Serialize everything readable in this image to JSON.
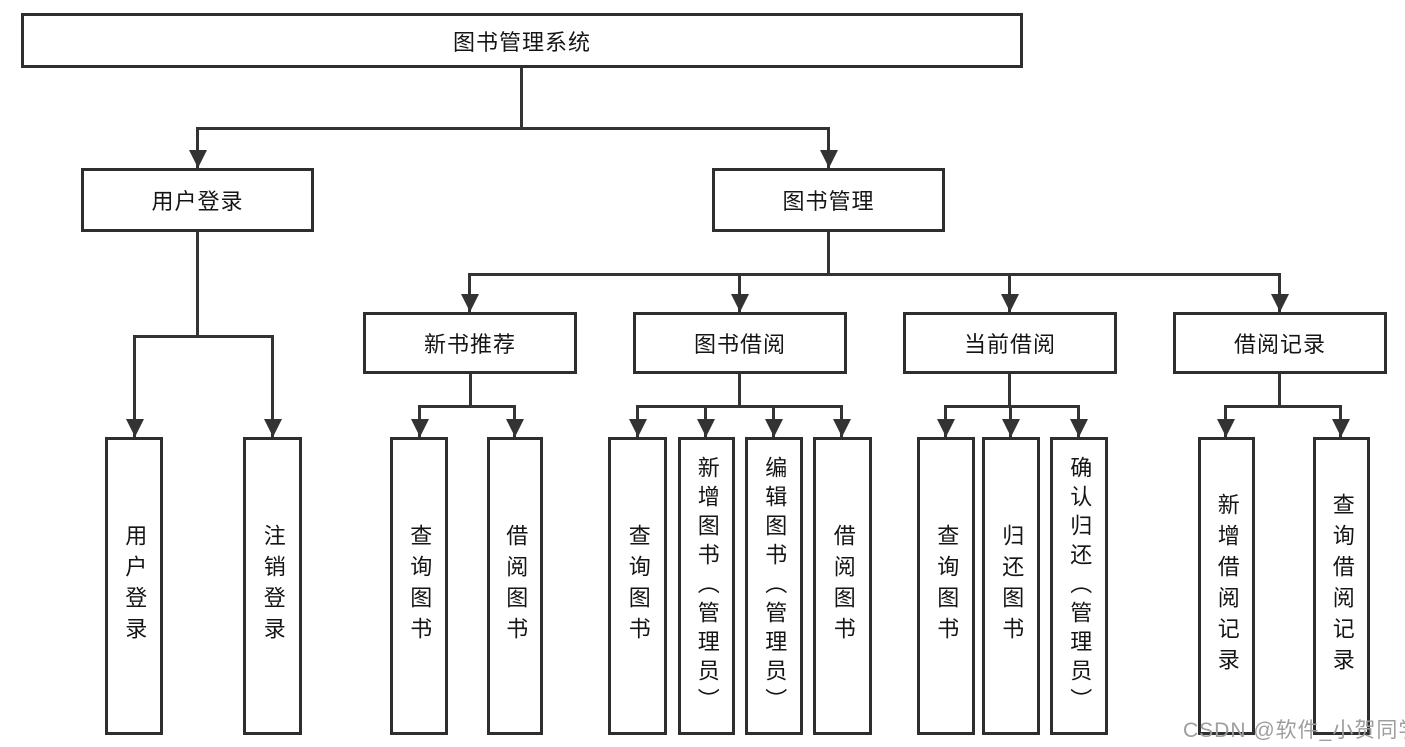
{
  "tree": {
    "label": "图书管理系统",
    "children": [
      {
        "label": "用户登录",
        "children": [
          {
            "label": "用户登录"
          },
          {
            "label": "注销登录"
          }
        ]
      },
      {
        "label": "图书管理",
        "children": [
          {
            "label": "新书推荐",
            "children": [
              {
                "label": "查询图书"
              },
              {
                "label": "借阅图书"
              }
            ]
          },
          {
            "label": "图书借阅",
            "children": [
              {
                "label": "查询图书"
              },
              {
                "label": "新增图书（管理员）"
              },
              {
                "label": "编辑图书（管理员）"
              },
              {
                "label": "借阅图书"
              }
            ]
          },
          {
            "label": "当前借阅",
            "children": [
              {
                "label": "查询图书"
              },
              {
                "label": "归还图书"
              },
              {
                "label": "确认归还（管理员）"
              }
            ]
          },
          {
            "label": "借阅记录",
            "children": [
              {
                "label": "新增借阅记录"
              },
              {
                "label": "查询借阅记录"
              }
            ]
          }
        ]
      }
    ]
  },
  "watermark": "CSDN @软件_小贺同学",
  "colors": {
    "line": "#333333",
    "box_border": "#2e2e2e",
    "box_background": "#ffffff",
    "text": "#151515",
    "watermark_text": "#9e9e9e"
  }
}
